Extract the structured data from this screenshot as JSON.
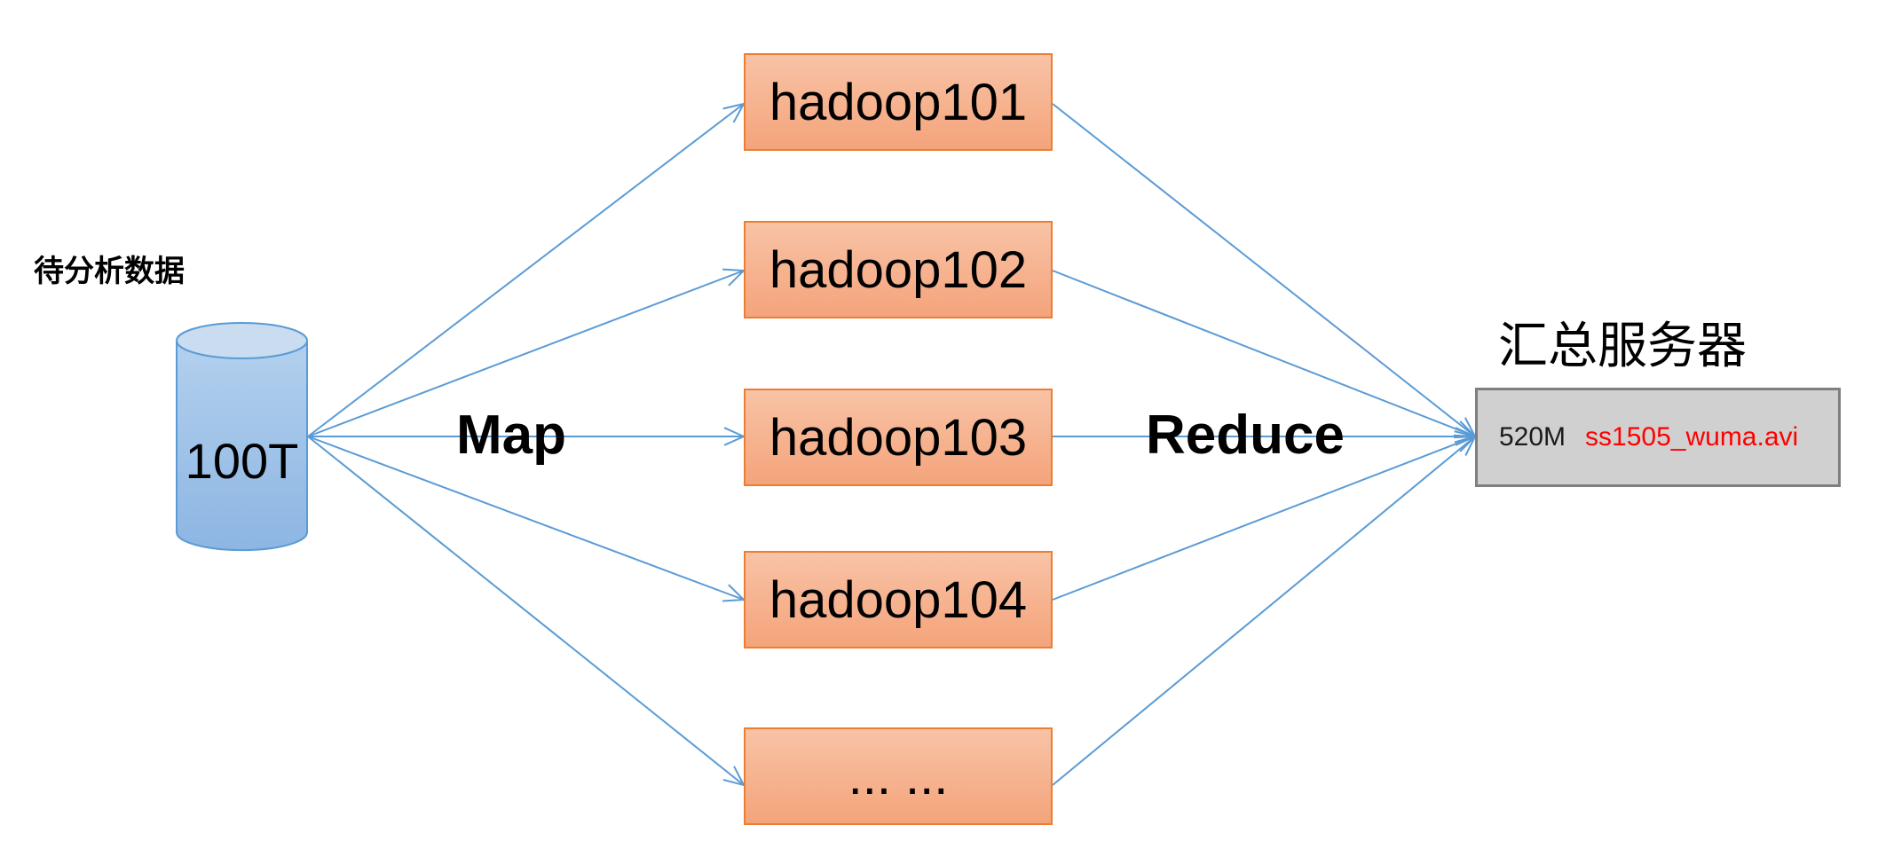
{
  "source": {
    "label": "待分析数据",
    "cylinder_label": "100T",
    "fill_color": "#9dc3e6",
    "stroke_color": "#5b9bd5"
  },
  "phases": {
    "map_label": "Map",
    "reduce_label": "Reduce"
  },
  "nodes": [
    {
      "label": "hadoop101"
    },
    {
      "label": "hadoop102"
    },
    {
      "label": "hadoop103"
    },
    {
      "label": "hadoop104"
    },
    {
      "label": "... ..."
    }
  ],
  "target": {
    "title": "汇总服务器",
    "size": "520M",
    "file": "ss1505_wuma.avi",
    "file_color": "#ff0000"
  },
  "colors": {
    "arrow": "#5b9bd5",
    "node_border": "#ed7d31",
    "node_fill": "#f4a47b"
  }
}
